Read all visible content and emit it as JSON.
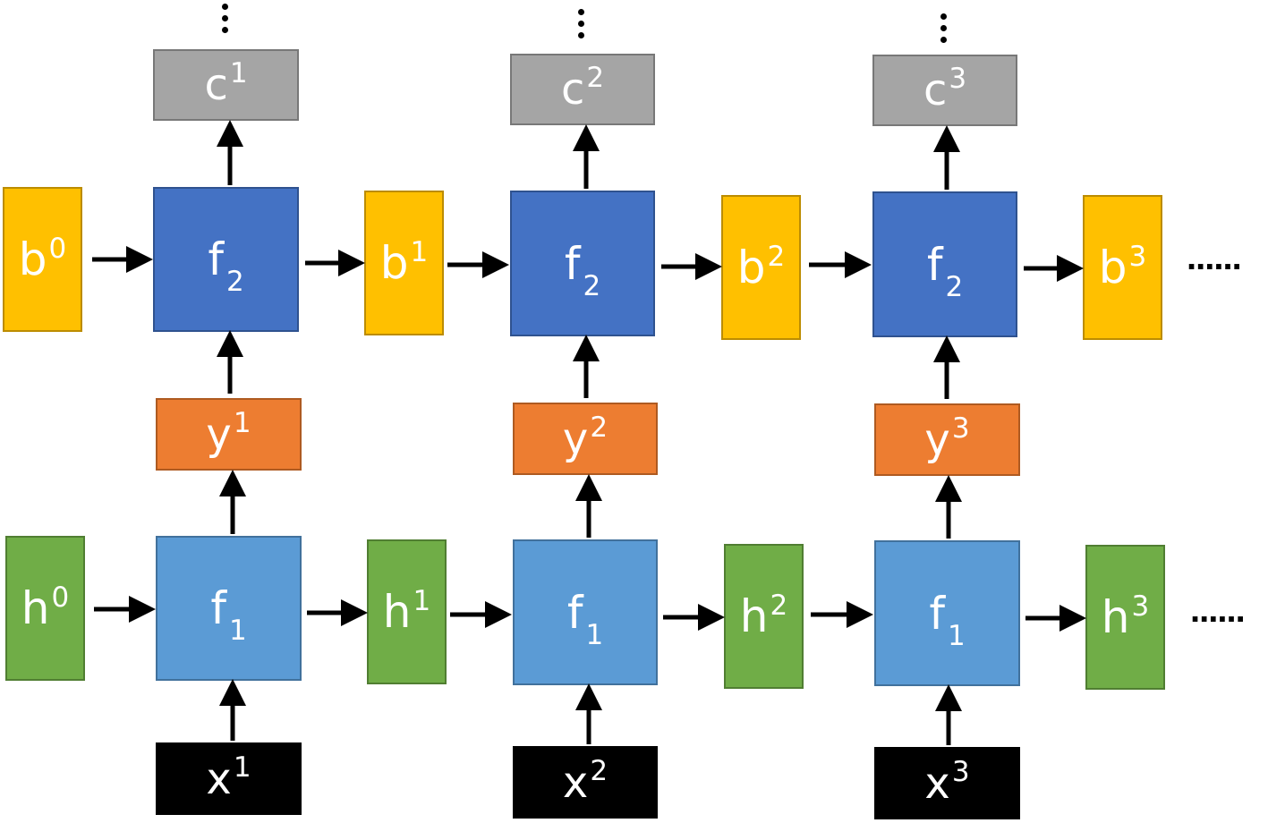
{
  "nodes": {
    "c1": {
      "base": "c",
      "sup": "1"
    },
    "c2": {
      "base": "c",
      "sup": "2"
    },
    "c3": {
      "base": "c",
      "sup": "3"
    },
    "b0": {
      "base": "b",
      "sup": "0"
    },
    "b1": {
      "base": "b",
      "sup": "1"
    },
    "b2": {
      "base": "b",
      "sup": "2"
    },
    "b3": {
      "base": "b",
      "sup": "3"
    },
    "f2": {
      "base": "f",
      "sub": "2"
    },
    "f1": {
      "base": "f",
      "sub": "1"
    },
    "y1": {
      "base": "y",
      "sup": "1"
    },
    "y2": {
      "base": "y",
      "sup": "2"
    },
    "y3": {
      "base": "y",
      "sup": "3"
    },
    "h0": {
      "base": "h",
      "sup": "0"
    },
    "h1": {
      "base": "h",
      "sup": "1"
    },
    "h2": {
      "base": "h",
      "sup": "2"
    },
    "h3": {
      "base": "h",
      "sup": "3"
    },
    "x1": {
      "base": "x",
      "sup": "1"
    },
    "x2": {
      "base": "x",
      "sup": "2"
    },
    "x3": {
      "base": "x",
      "sup": "3"
    }
  },
  "continuation": "......",
  "colors": {
    "f2": "#4472c4",
    "f1": "#5b9bd5",
    "b": "#ffc000",
    "h": "#70ad47",
    "y": "#ed7d31",
    "c": "#a5a5a5",
    "x": "#000000",
    "arrow": "#000000"
  }
}
